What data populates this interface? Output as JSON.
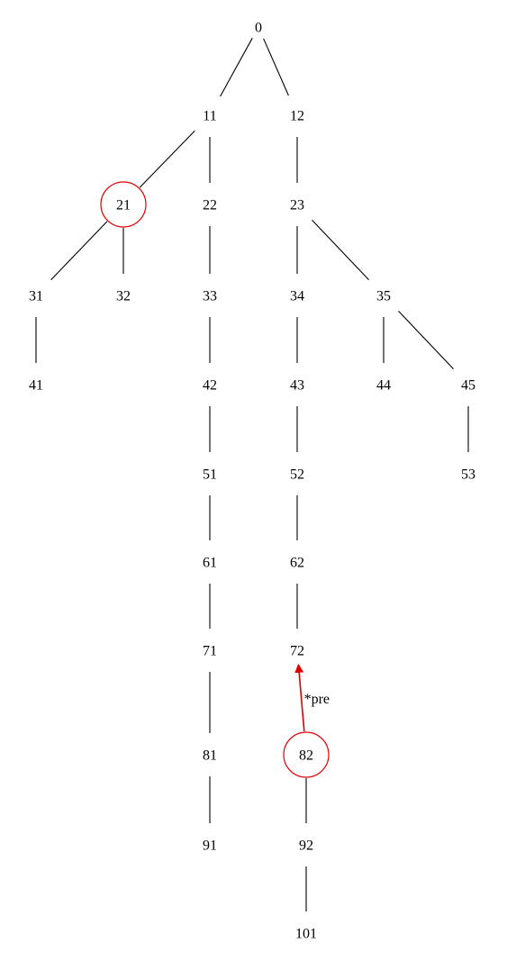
{
  "nodes": [
    {
      "id": "n0",
      "label": "0",
      "highlighted": false
    },
    {
      "id": "n11",
      "label": "11",
      "highlighted": false
    },
    {
      "id": "n12",
      "label": "12",
      "highlighted": false
    },
    {
      "id": "n21",
      "label": "21",
      "highlighted": true
    },
    {
      "id": "n22",
      "label": "22",
      "highlighted": false
    },
    {
      "id": "n23",
      "label": "23",
      "highlighted": false
    },
    {
      "id": "n31",
      "label": "31",
      "highlighted": false
    },
    {
      "id": "n32",
      "label": "32",
      "highlighted": false
    },
    {
      "id": "n33",
      "label": "33",
      "highlighted": false
    },
    {
      "id": "n34",
      "label": "34",
      "highlighted": false
    },
    {
      "id": "n35",
      "label": "35",
      "highlighted": false
    },
    {
      "id": "n41",
      "label": "41",
      "highlighted": false
    },
    {
      "id": "n42",
      "label": "42",
      "highlighted": false
    },
    {
      "id": "n43",
      "label": "43",
      "highlighted": false
    },
    {
      "id": "n44",
      "label": "44",
      "highlighted": false
    },
    {
      "id": "n45",
      "label": "45",
      "highlighted": false
    },
    {
      "id": "n51",
      "label": "51",
      "highlighted": false
    },
    {
      "id": "n52",
      "label": "52",
      "highlighted": false
    },
    {
      "id": "n53",
      "label": "53",
      "highlighted": false
    },
    {
      "id": "n61",
      "label": "61",
      "highlighted": false
    },
    {
      "id": "n62",
      "label": "62",
      "highlighted": false
    },
    {
      "id": "n71",
      "label": "71",
      "highlighted": false
    },
    {
      "id": "n72",
      "label": "72",
      "highlighted": false
    },
    {
      "id": "n81",
      "label": "81",
      "highlighted": false
    },
    {
      "id": "n82",
      "label": "82",
      "highlighted": true
    },
    {
      "id": "n91",
      "label": "91",
      "highlighted": false
    },
    {
      "id": "n92",
      "label": "92",
      "highlighted": false
    },
    {
      "id": "n101",
      "label": "101",
      "highlighted": false
    }
  ],
  "edges": [
    {
      "from": "n0",
      "to": "n11"
    },
    {
      "from": "n0",
      "to": "n12"
    },
    {
      "from": "n11",
      "to": "n21"
    },
    {
      "from": "n11",
      "to": "n22"
    },
    {
      "from": "n12",
      "to": "n23"
    },
    {
      "from": "n21",
      "to": "n31"
    },
    {
      "from": "n21",
      "to": "n32"
    },
    {
      "from": "n22",
      "to": "n33"
    },
    {
      "from": "n23",
      "to": "n34"
    },
    {
      "from": "n23",
      "to": "n35"
    },
    {
      "from": "n31",
      "to": "n41"
    },
    {
      "from": "n33",
      "to": "n42"
    },
    {
      "from": "n34",
      "to": "n43"
    },
    {
      "from": "n35",
      "to": "n44"
    },
    {
      "from": "n35",
      "to": "n45"
    },
    {
      "from": "n42",
      "to": "n51"
    },
    {
      "from": "n43",
      "to": "n52"
    },
    {
      "from": "n45",
      "to": "n53"
    },
    {
      "from": "n51",
      "to": "n61"
    },
    {
      "from": "n52",
      "to": "n62"
    },
    {
      "from": "n61",
      "to": "n71"
    },
    {
      "from": "n62",
      "to": "n72"
    },
    {
      "from": "n71",
      "to": "n81"
    },
    {
      "from": "n82",
      "to": "n92"
    },
    {
      "from": "n81",
      "to": "n91"
    },
    {
      "from": "n92",
      "to": "n101"
    }
  ],
  "pointer": {
    "from": "n82",
    "to": "n72",
    "label": "*pre"
  },
  "colors": {
    "edge": "#000000",
    "highlight": "#e00000",
    "text": "#000000"
  }
}
